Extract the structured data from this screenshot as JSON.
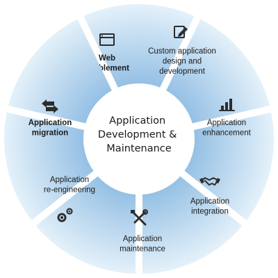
{
  "center": {
    "lines": [
      "Application",
      "Development &",
      "Maintenance"
    ]
  },
  "segments": [
    {
      "key": "web",
      "icon": "browser-window-icon",
      "lines": [
        "Web",
        "enablement"
      ],
      "bold": true
    },
    {
      "key": "custom",
      "icon": "edit-document-icon",
      "lines": [
        "Custom application",
        "design and",
        "development"
      ],
      "bold": false
    },
    {
      "key": "enhancement",
      "icon": "bar-chart-icon",
      "lines": [
        "Application",
        "enhancement"
      ],
      "bold": false
    },
    {
      "key": "integration",
      "icon": "handshake-icon",
      "lines": [
        "Application",
        "integration"
      ],
      "bold": false
    },
    {
      "key": "maintenance",
      "icon": "tools-icon",
      "lines": [
        "Application",
        "maintenance"
      ],
      "bold": false
    },
    {
      "key": "reengineering",
      "icon": "gears-icon",
      "lines": [
        "Application",
        "re-engineering"
      ],
      "bold": false
    },
    {
      "key": "migration",
      "icon": "swap-arrows-icon",
      "lines": [
        "Application",
        "migration"
      ],
      "bold": true
    }
  ],
  "colors": {
    "segment_light": "#e4f1fa",
    "segment_dark": "#8dbbe2",
    "center_fill": "#ffffff",
    "text": "#1a1a1a",
    "icon": "#2d2d2d"
  }
}
